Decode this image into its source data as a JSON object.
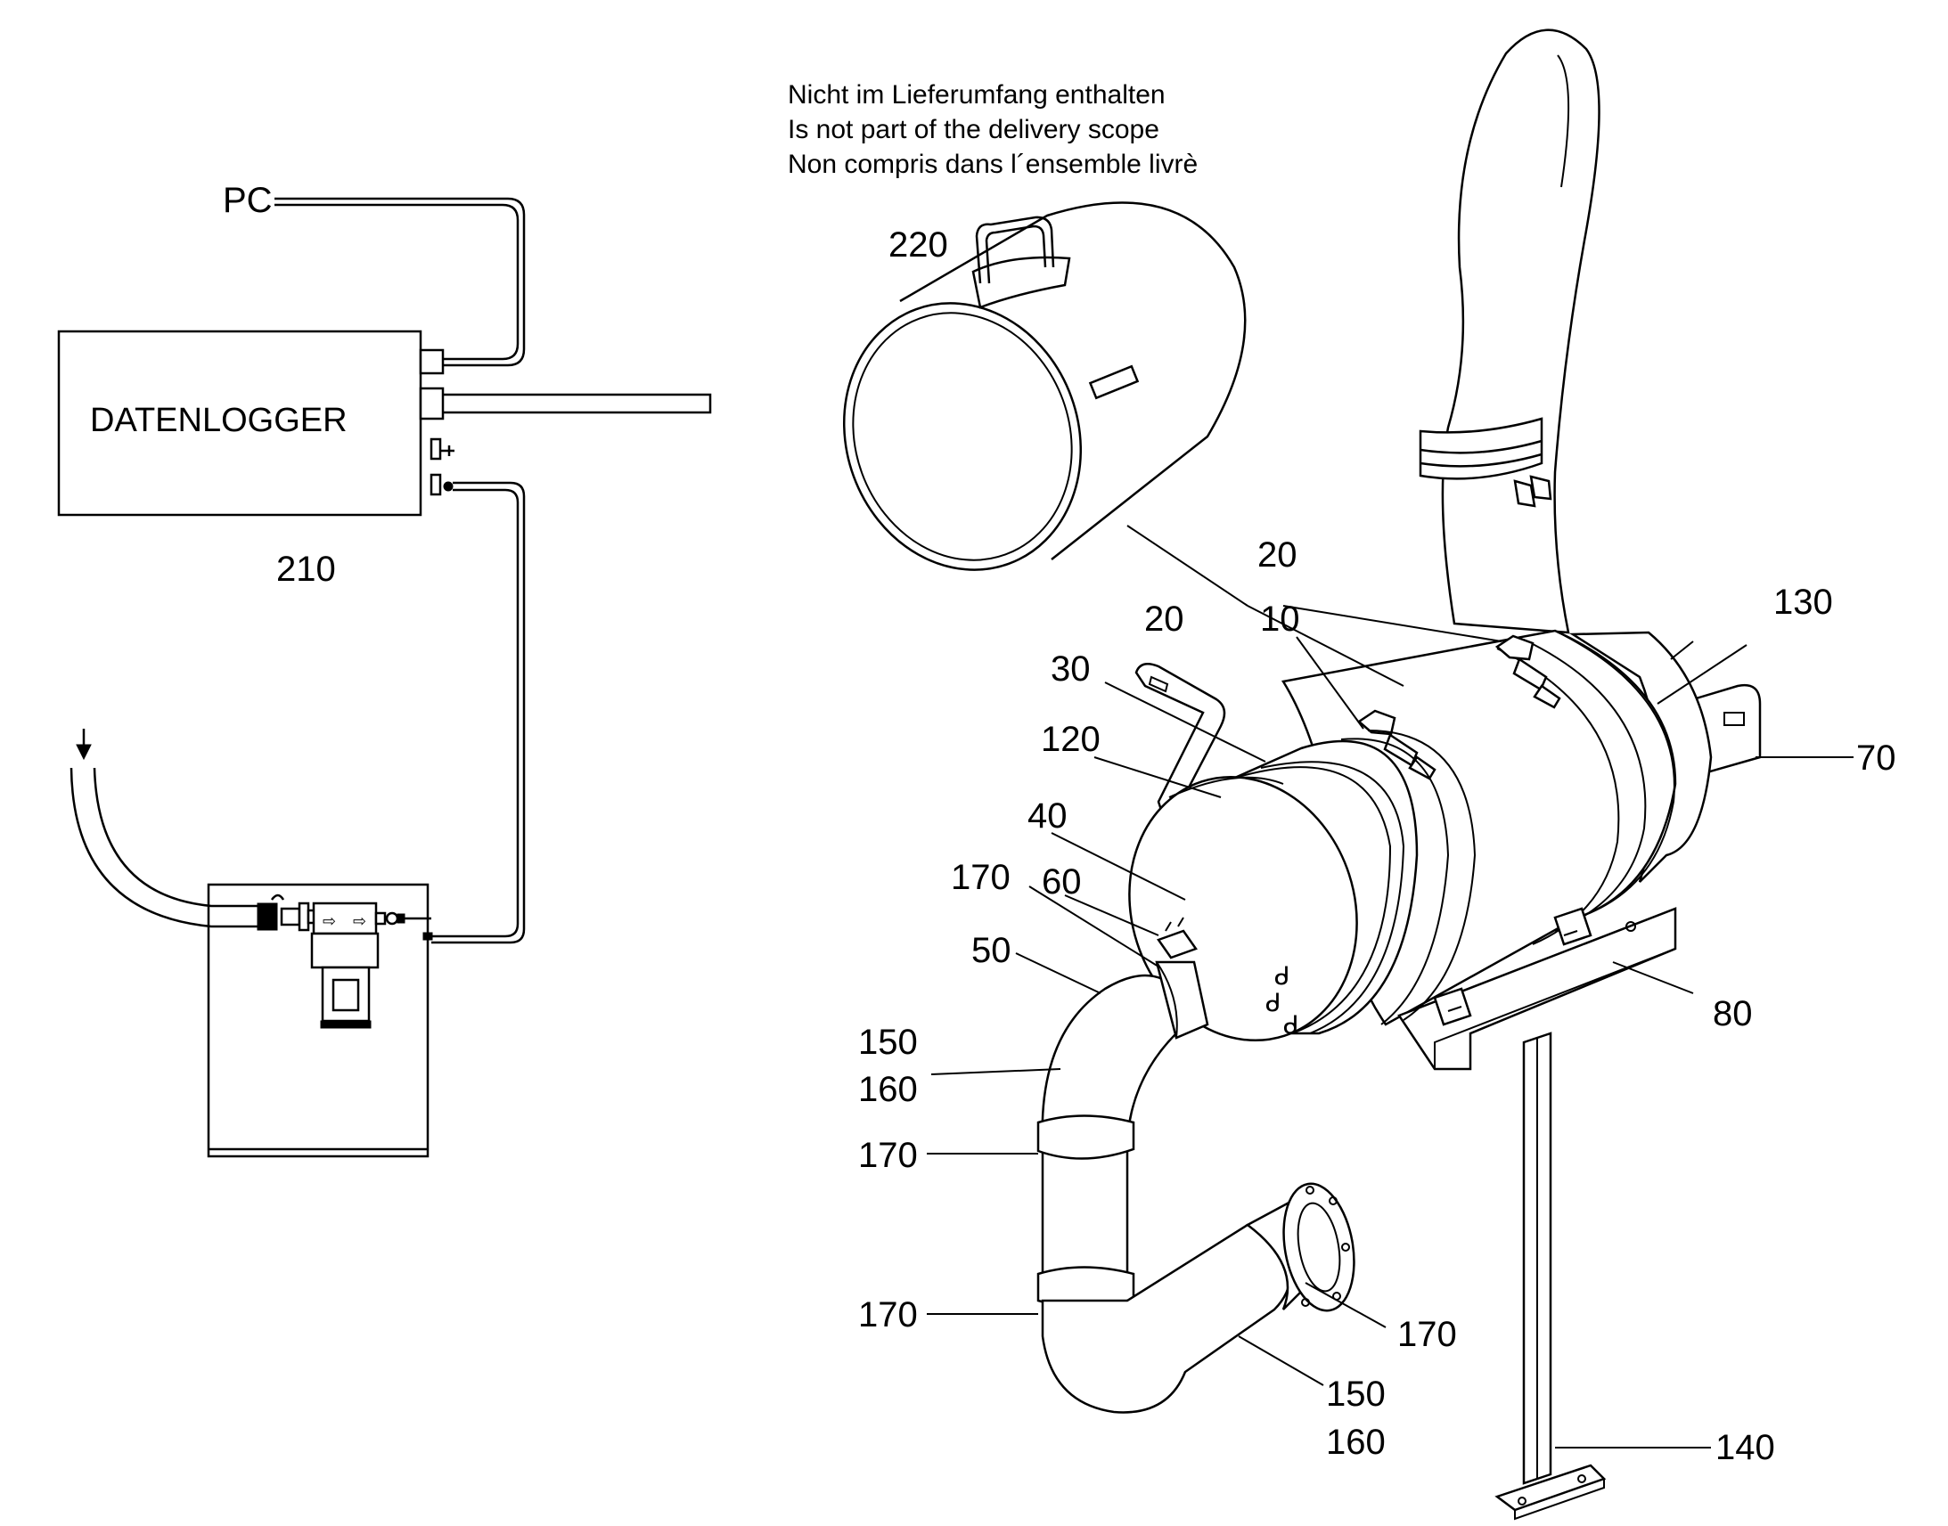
{
  "note": {
    "line1": "Nicht im Lieferumfang enthalten",
    "line2": "Is not part of the delivery scope",
    "line3": "Non compris dans l´ensemble livrè"
  },
  "left": {
    "pc": "PC",
    "datalogger": "DATENLOGGER",
    "datalogger_number": "210"
  },
  "labels": {
    "n220": "220",
    "n20a": "20",
    "n20b": "20",
    "n10": "10",
    "n130": "130",
    "n30": "30",
    "n120": "120",
    "n70": "70",
    "n40": "40",
    "n170a": "170",
    "n60": "60",
    "n50": "50",
    "n80": "80",
    "n150a": "150",
    "n160a": "160",
    "n170b": "170",
    "n170c": "170",
    "n170d": "170",
    "n150b": "150",
    "n160b": "160",
    "n140": "140"
  }
}
